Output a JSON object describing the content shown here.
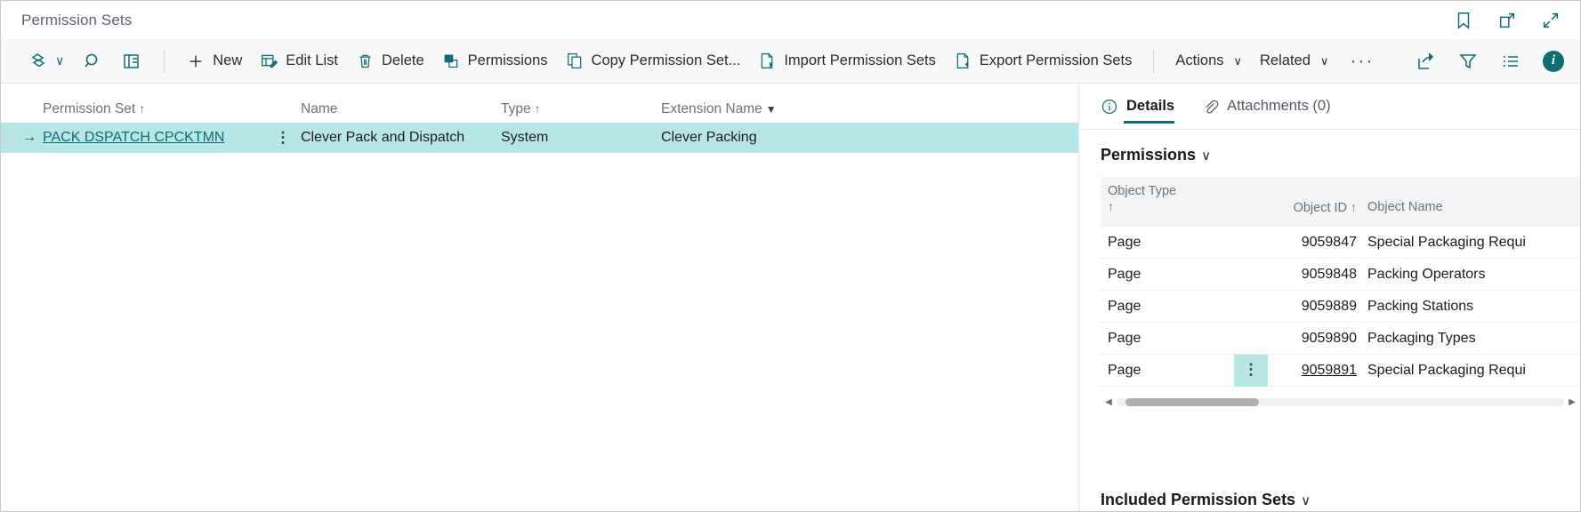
{
  "window": {
    "title": "Permission Sets",
    "icons": [
      {
        "name": "bookmark-icon"
      },
      {
        "name": "open-in-new-window-icon"
      },
      {
        "name": "expand-icon"
      }
    ]
  },
  "toolbar": {
    "left_icons": [
      {
        "name": "share-edit-icon",
        "caret": "∨"
      },
      {
        "name": "search-icon"
      },
      {
        "name": "open-in-excel-icon"
      }
    ],
    "buttons": [
      {
        "name": "new",
        "label": "New",
        "icon": "plus-icon"
      },
      {
        "name": "edit-list",
        "label": "Edit List",
        "icon": "edit-list-icon"
      },
      {
        "name": "delete",
        "label": "Delete",
        "icon": "trash-icon"
      },
      {
        "name": "permissions",
        "label": "Permissions",
        "icon": "permissions-icon"
      },
      {
        "name": "copy-permission-set",
        "label": "Copy Permission Set...",
        "icon": "copy-icon"
      },
      {
        "name": "import-permission-sets",
        "label": "Import Permission Sets",
        "icon": "import-icon"
      },
      {
        "name": "export-permission-sets",
        "label": "Export Permission Sets",
        "icon": "export-icon"
      }
    ],
    "menus": [
      {
        "name": "actions",
        "label": "Actions",
        "caret": "∨"
      },
      {
        "name": "related",
        "label": "Related",
        "caret": "∨"
      }
    ],
    "overflow": "···",
    "right_icons": [
      {
        "name": "share-icon"
      },
      {
        "name": "filter-icon"
      },
      {
        "name": "list-view-icon"
      },
      {
        "name": "info-badge-icon",
        "glyph": "i"
      }
    ]
  },
  "list": {
    "columns": [
      {
        "name": "permission-set",
        "label": "Permission Set",
        "sort": "↑"
      },
      {
        "name": "name",
        "label": "Name",
        "sort": ""
      },
      {
        "name": "type",
        "label": "Type",
        "sort": "↑"
      },
      {
        "name": "extension-name",
        "label": "Extension Name",
        "filter": "▼"
      }
    ],
    "rows": [
      {
        "arrow": "→",
        "permission_set": "PACK DSPATCH CPCKTMN",
        "kebab": "⋮",
        "name": "Clever Pack and Dispatch",
        "type": "System",
        "extension_name": "Clever Packing",
        "selected": true
      }
    ]
  },
  "details_panel": {
    "tabs": [
      {
        "name": "details",
        "label": "Details",
        "icon": "info-circle-icon",
        "active": true
      },
      {
        "name": "attachments",
        "label": "Attachments (0)",
        "icon": "paperclip-icon",
        "active": false
      }
    ],
    "permissions_section": {
      "title": "Permissions",
      "caret": "∨",
      "columns": [
        {
          "name": "object-type",
          "label": "Object Type",
          "sort": "↑"
        },
        {
          "name": "object-id",
          "label": "Object ID",
          "sort": "↑"
        },
        {
          "name": "object-name",
          "label": "Object Name",
          "sort": ""
        }
      ],
      "rows": [
        {
          "object_type": "Page",
          "object_id": "9059847",
          "object_name": "Special Packaging Requirem",
          "kebab": "",
          "selected": false
        },
        {
          "object_type": "Page",
          "object_id": "9059848",
          "object_name": "Packing Operators",
          "kebab": "",
          "selected": false
        },
        {
          "object_type": "Page",
          "object_id": "9059889",
          "object_name": "Packing Stations",
          "kebab": "",
          "selected": false
        },
        {
          "object_type": "Page",
          "object_id": "9059890",
          "object_name": "Packaging Types",
          "kebab": "",
          "selected": false
        },
        {
          "object_type": "Page",
          "object_id": "9059891",
          "object_name": "Special Packaging Requirem",
          "kebab": "⋮",
          "selected": true
        }
      ]
    },
    "included_section": {
      "title": "Included Permission Sets",
      "caret": "∨"
    },
    "scroll": {
      "up_arrow": "▲",
      "down_arrow": "▼",
      "left_arrow": "◀",
      "right_arrow": "▶"
    }
  },
  "colors": {
    "accent": "#0f6c75",
    "selection": "#b7e6e6",
    "toolbar_bg": "#f7f8fa",
    "text": "#1c1c1c",
    "muted": "#6b7280"
  }
}
